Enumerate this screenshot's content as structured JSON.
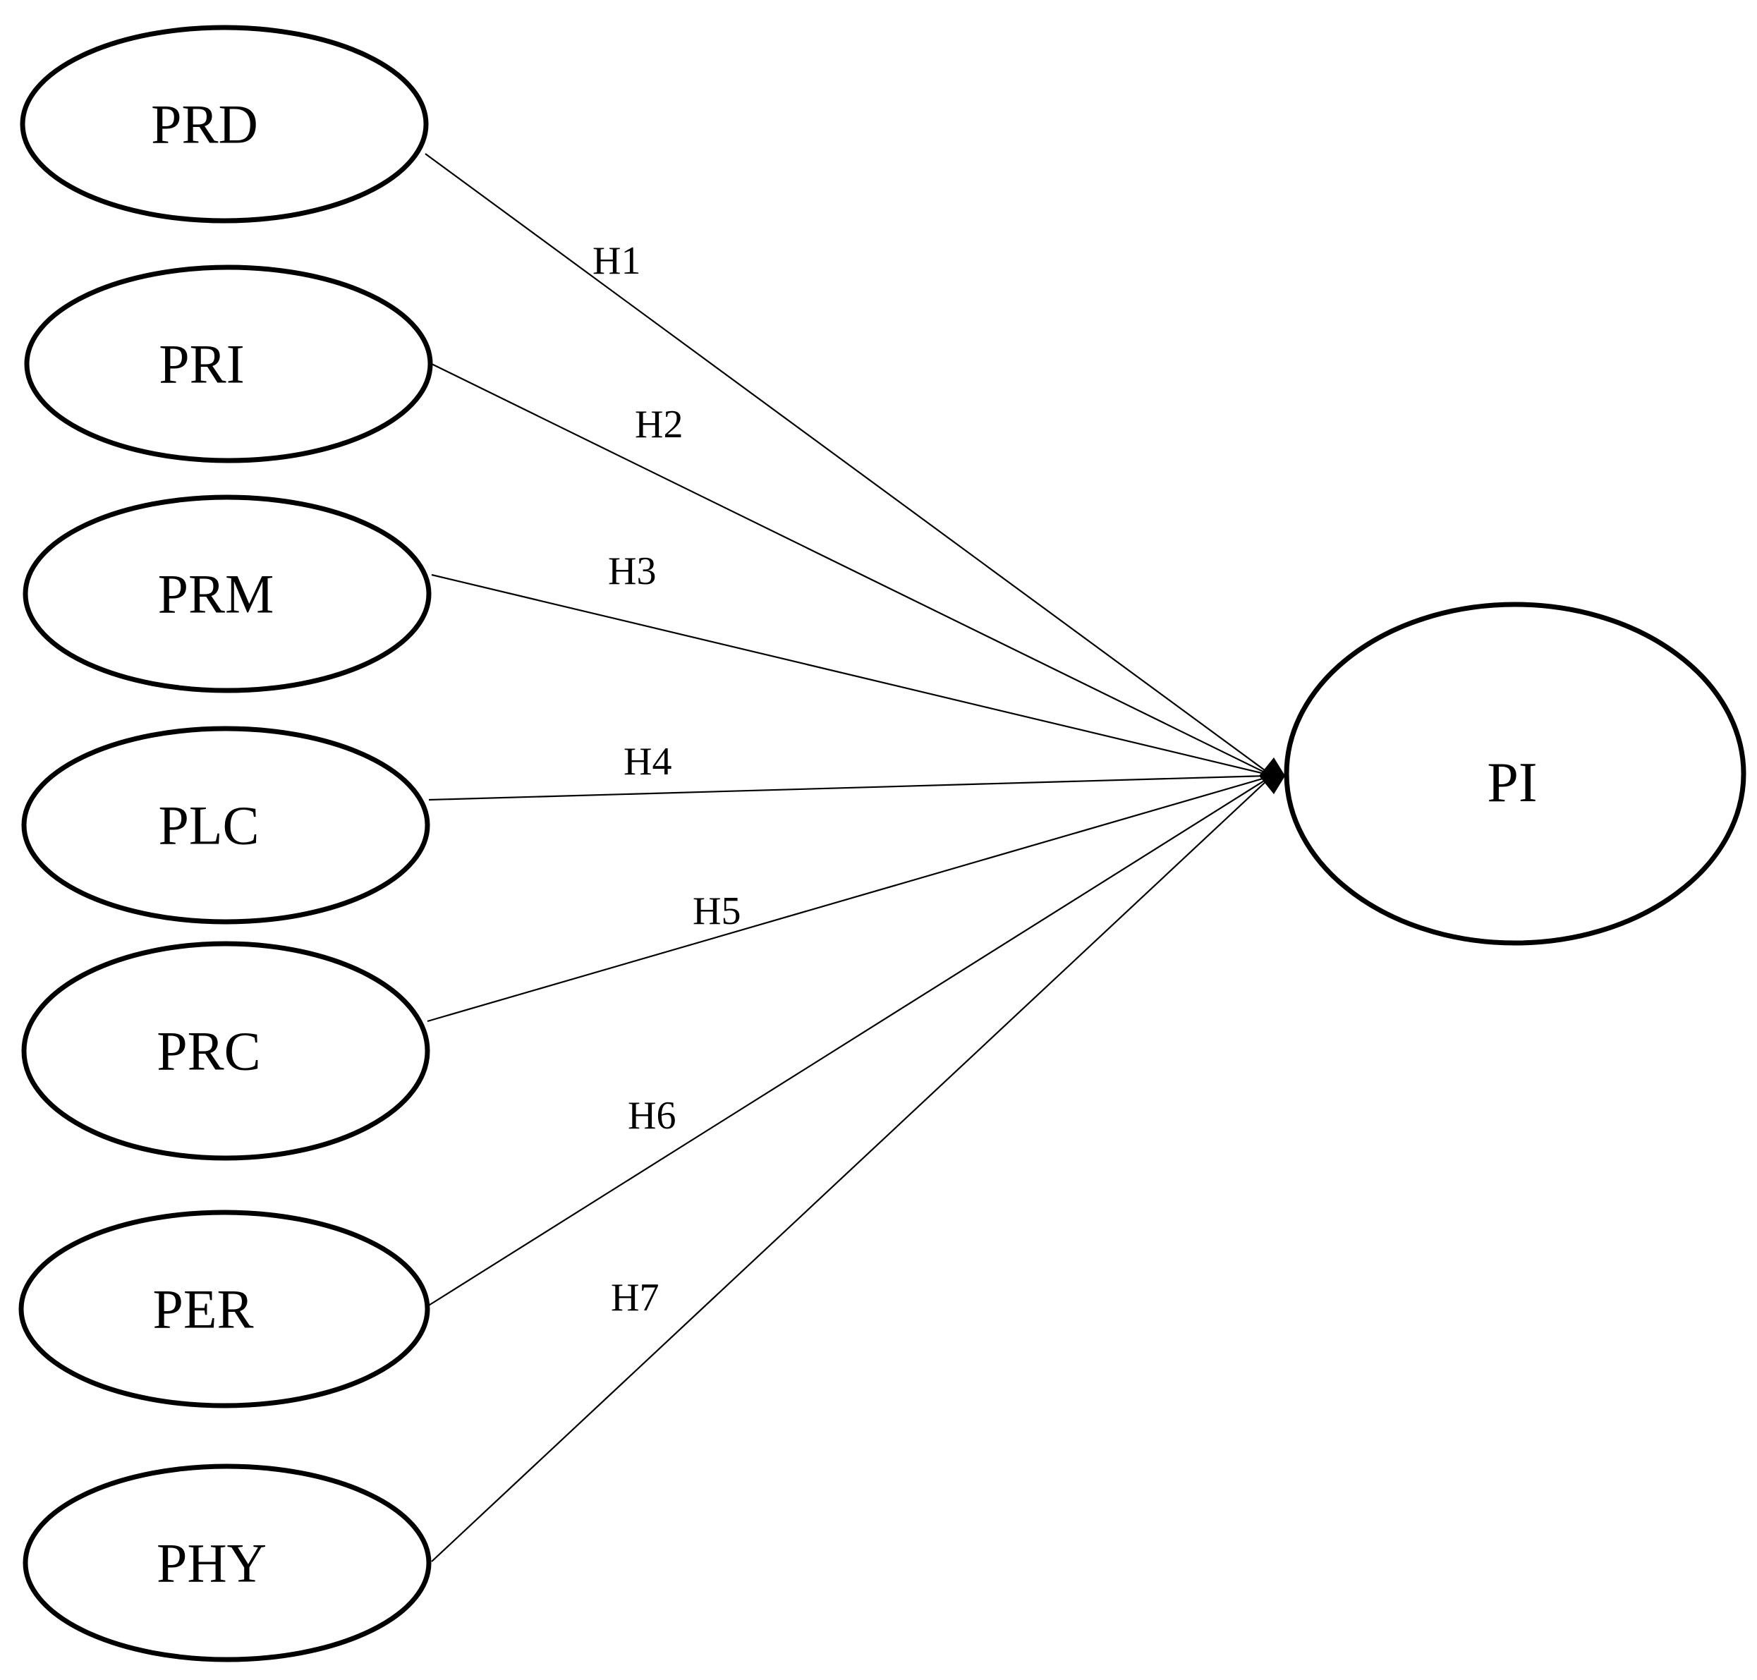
{
  "constructs": {
    "prd": "PRD",
    "pri": "PRI",
    "prm": "PRM",
    "plc": "PLC",
    "prc": "PRC",
    "per": "PER",
    "phy": "PHY",
    "pi": "PI"
  },
  "paths": {
    "h1": "H1",
    "h2": "H2",
    "h3": "H3",
    "h4": "H4",
    "h5": "H5",
    "h6": "H6",
    "h7": "H7"
  }
}
